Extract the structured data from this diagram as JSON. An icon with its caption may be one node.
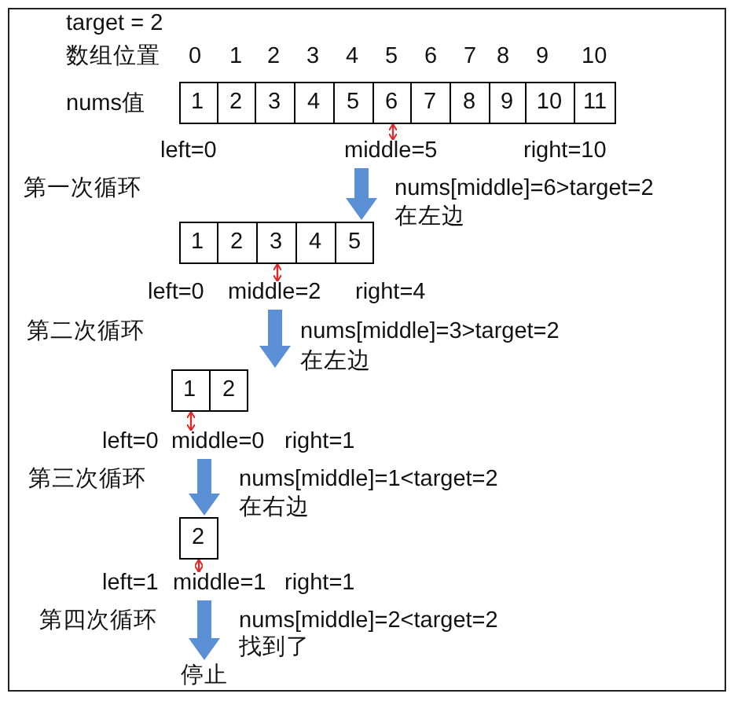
{
  "diagram": {
    "nodes": [
      {
        "text": [],
        "shape": "box"
      },
      {
        "text": [
          "1"
        ],
        "in": 0
      },
      {
        "text": [
          "2"
        ],
        "in": 0
      },
      {
        "text": [
          "3"
        ],
        "in": 0
      },
      {
        "text": [
          "4"
        ],
        "in": 0
      },
      {
        "text": [
          "5"
        ],
        "in": 0
      },
      {
        "text": [
          "6"
        ],
        "in": 0
      },
      {
        "text": [
          "7"
        ],
        "in": 0
      },
      {
        "text": [
          "8"
        ],
        "in": 0
      },
      {
        "text": [
          "9"
        ],
        "in": 0
      },
      {
        "text": [
          "10"
        ],
        "in": 0
      },
      {
        "text": [
          "11"
        ],
        "in": 0
      },
      {
        "text": [
          "middle=5"
        ]
      },
      {
        "text": [],
        "shape": "box"
      },
      {
        "text": [
          "1"
        ],
        "in": 13
      },
      {
        "text": [
          "2"
        ],
        "in": 13
      },
      {
        "text": [
          "3"
        ],
        "in": 13
      },
      {
        "text": [
          "4"
        ],
        "in": 13
      },
      {
        "text": [
          "5"
        ],
        "in": 13
      },
      {
        "text": [
          "middle=2"
        ]
      },
      {
        "text": [],
        "shape": "box"
      },
      {
        "text": [
          "1"
        ],
        "in": 20
      },
      {
        "text": [
          "2"
        ],
        "in": 20
      },
      {
        "text": [
          "middle=0"
        ]
      },
      {
        "text": [],
        "shape": "box"
      },
      {
        "text": [
          "2"
        ],
        "in": 24
      },
      {
        "text": [
          "middle=1"
        ]
      },
      {
        "text": [
          "停止"
        ]
      }
    ],
    "edges": [
      {
        "from": 6,
        "to": 12,
        "arrow": "both",
        "color": "#e02828"
      },
      {
        "from": 12,
        "to": 13,
        "arrow": "to",
        "style": "thick",
        "color": "#5b8fd6"
      },
      {
        "from": 16,
        "to": 19,
        "arrow": "both",
        "color": "#e02828"
      },
      {
        "from": 19,
        "to": 20,
        "arrow": "to",
        "style": "thick",
        "color": "#5b8fd6"
      },
      {
        "from": 21,
        "to": 23,
        "arrow": "both",
        "color": "#e02828"
      },
      {
        "from": 23,
        "to": 24,
        "arrow": "to",
        "style": "thick",
        "color": "#5b8fd6"
      },
      {
        "from": 25,
        "to": 26,
        "arrow": "both",
        "color": "#e02828"
      },
      {
        "from": 26,
        "to": 27,
        "arrow": "to",
        "style": "thick",
        "color": "#5b8fd6"
      }
    ],
    "labels": [
      "target = 2",
      "数组位置",
      "0",
      "1",
      "2",
      "3",
      "4",
      "5",
      "6",
      "7",
      "8",
      "9",
      "10",
      "nums值",
      "left=0",
      "right=10",
      "第一次循环",
      "nums[middle]=6>target=2",
      "在左边",
      "left=0",
      "right=4",
      "第二次循环",
      "nums[middle]=3>target=2",
      "在左边",
      "left=0",
      "right=1",
      "第三次循环",
      "nums[middle]=1<target=2",
      "在右边",
      "left=1",
      "right=1",
      "第四次循环",
      "nums[middle]=2<target=2",
      "找到了"
    ]
  }
}
